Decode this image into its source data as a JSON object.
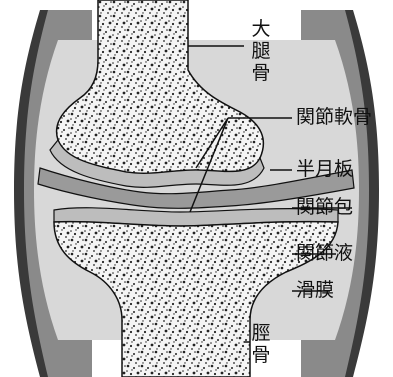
{
  "title": "",
  "labels": {
    "femur": "大腿骨",
    "articular_cartilage": "関節軟骨",
    "meniscus": "半月板",
    "joint_capsule": "関節包",
    "synovial_fluid": "関節液",
    "synovium": "滑膜",
    "tibia": "脛骨"
  },
  "colors": {
    "capsule": "#3a3a3a",
    "synovium": "#8a8a8a",
    "synovial_fluid": "#d8d8d8",
    "cartilage": "#bdbdbd",
    "meniscus": "#9a9a9a",
    "bone_fill": "#f2f2f2",
    "bone_speckle": "#222222",
    "lines": "#111111"
  }
}
